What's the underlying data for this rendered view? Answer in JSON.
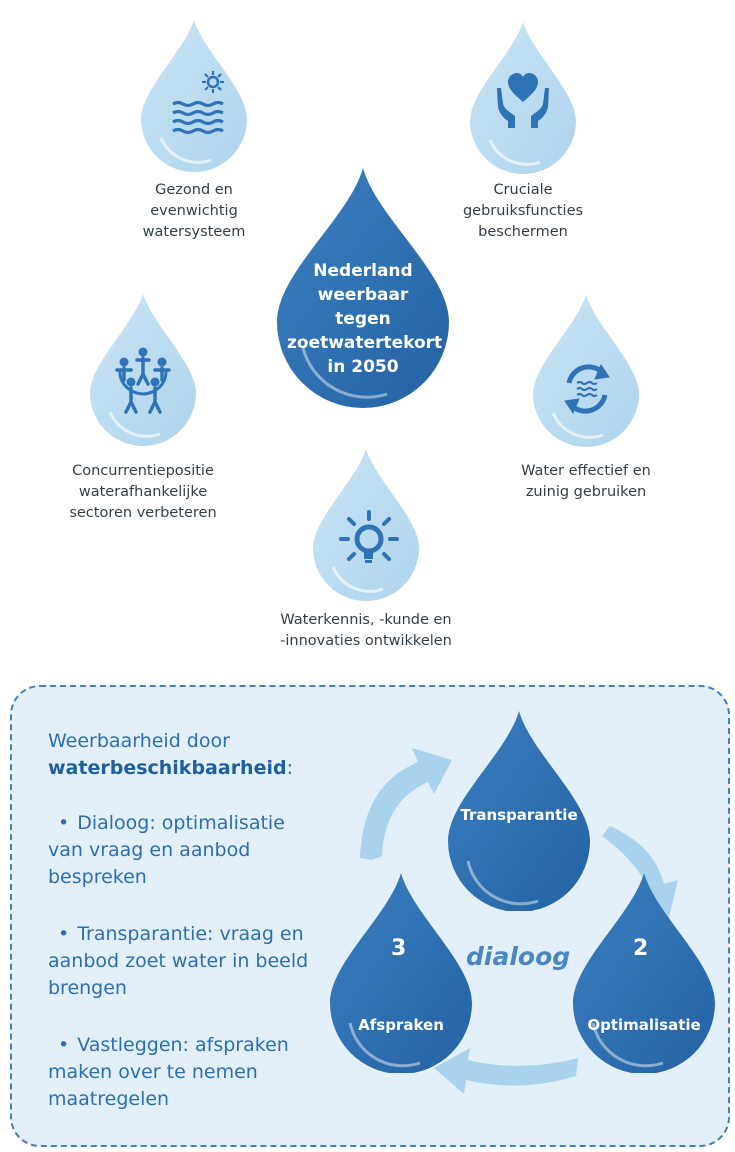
{
  "top": {
    "center": "Nederland\nweerbaar tegen\nzoetwatertekort\nin 2050",
    "goals": [
      {
        "label": "Gezond en\nevenwichtig\nwatersysteem",
        "icon": "sun-water-icon"
      },
      {
        "label": "Cruciale\ngebruiksfuncties\nbeschermen",
        "icon": "hands-heart-icon"
      },
      {
        "label": "Concurrentiepositie\nwaterafhankelijke\nsectoren verbeteren",
        "icon": "people-circle-icon"
      },
      {
        "label": "Water effectief en\nzuinig gebruiken",
        "icon": "recycle-water-icon"
      },
      {
        "label": "Waterkennis, -kunde en\n-innovaties ontwikkelen",
        "icon": "lightbulb-icon"
      }
    ]
  },
  "panel": {
    "heading": "Weerbaarheid door",
    "heading_bold": "waterbeschikbaarheid",
    "heading_suffix": ":",
    "bullets": [
      "Dialoog: optimalisatie van vraag en aanbod bespreken",
      "Transparantie: vraag en aanbod zoet water in beeld brengen",
      "Vastleggen: afspraken maken over te nemen maatregelen"
    ],
    "bullet_mark": "•"
  },
  "cycle": {
    "center": "dialoog",
    "steps": [
      {
        "label": "Transparantie",
        "number": ""
      },
      {
        "label": "Optimalisatie",
        "number": "2"
      },
      {
        "label": "Afspraken",
        "number": "3"
      }
    ]
  },
  "colors": {
    "light_drop": "#bcdcef",
    "dark_drop": "#2f72b6",
    "panel_bg": "#e3f0f9",
    "icon": "#2f72b6",
    "arrow": "#a9d3ec"
  }
}
